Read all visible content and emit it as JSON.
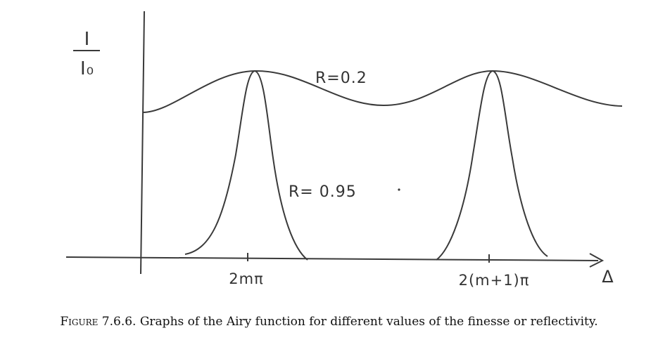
{
  "figure": {
    "y_label_top": "I",
    "y_label_bottom": "I₀",
    "x_label": "Δ",
    "ticks": [
      "2mπ",
      "2(m+1)π"
    ],
    "curve_labels": [
      "R=0.2",
      "R= 0.95"
    ],
    "caption_label": "Figure 7.6.6.",
    "caption_text": "Graphs of the Airy function for different values of the finesse or reflectivity."
  },
  "colors": {
    "ink": "#3a3a3a",
    "background": "#ffffff"
  }
}
